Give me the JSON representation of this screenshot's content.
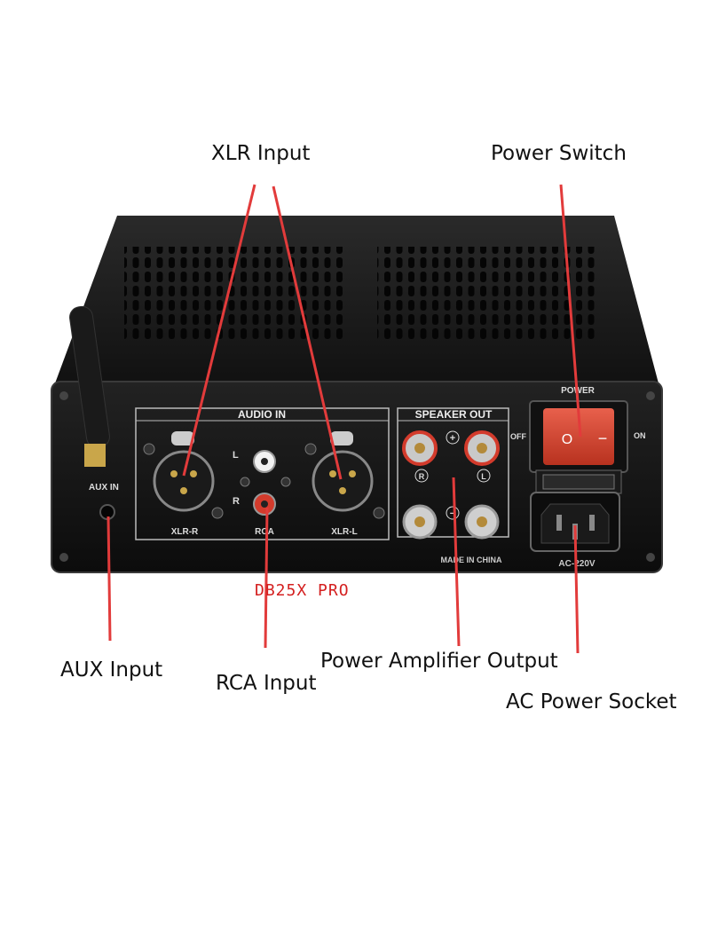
{
  "callouts": {
    "xlr_input": "XLR Input",
    "power_switch": "Power Switch",
    "aux_input": "AUX Input",
    "rca_input": "RCA Input",
    "power_amp_output": "Power Amplifier Output",
    "ac_power_socket": "AC Power Socket"
  },
  "panel_text": {
    "audio_in": "AUDIO IN",
    "speaker_out": "SPEAKER OUT",
    "power": "POWER",
    "off": "OFF",
    "on": "ON",
    "aux_in": "AUX IN",
    "xlr_r": "XLR-R",
    "xlr_l": "XLR-L",
    "rca": "RCA",
    "l": "L",
    "r": "R",
    "made_in_china": "MADE IN CHINA",
    "ac_220v": "AC-220V",
    "plus": "+",
    "minus": "−",
    "spk_r": "R",
    "spk_l": "L",
    "switch_off_glyph": "O",
    "switch_on_glyph": "−",
    "model": "DB25X PRO"
  },
  "colors": {
    "callout_line": "#e23b3b",
    "chassis": "#1c1c1c",
    "switch_red": "#d94a3a",
    "model_text": "#d42020"
  }
}
